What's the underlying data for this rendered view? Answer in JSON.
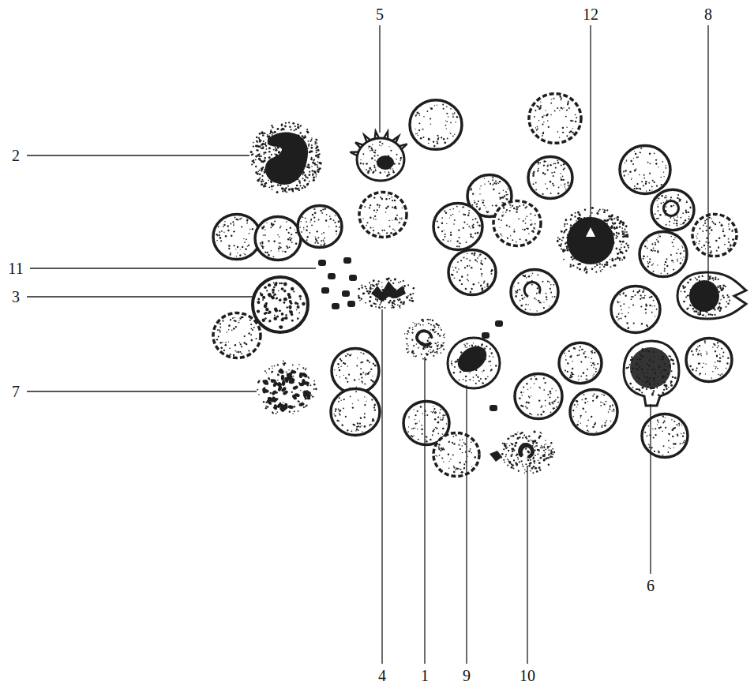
{
  "diagram": {
    "labels": [
      "2",
      "5",
      "12",
      "8",
      "11",
      "3",
      "7",
      "4",
      "1",
      "9",
      "10",
      "6"
    ]
  }
}
